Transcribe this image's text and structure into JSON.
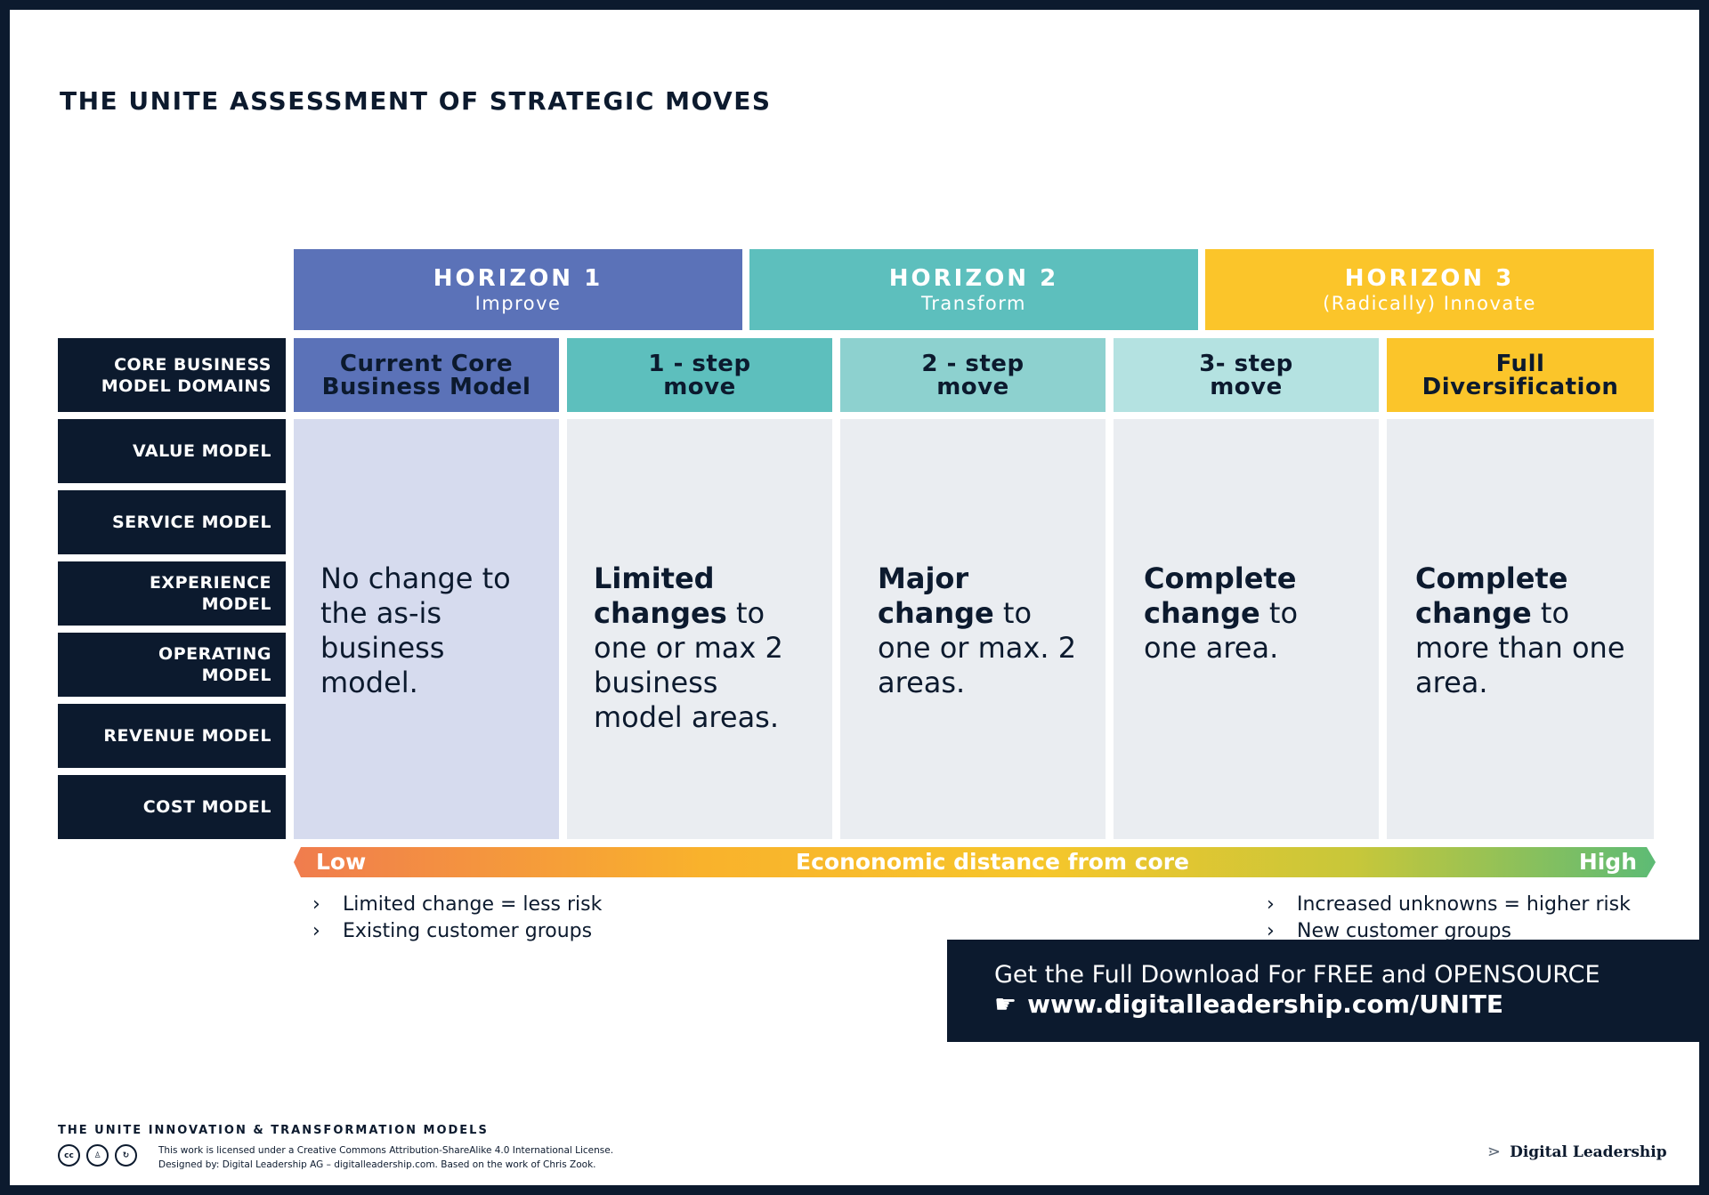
{
  "title": "THE UNITE ASSESSMENT OF STRATEGIC MOVES",
  "colors": {
    "navy": "#0c1a2e",
    "horizon1": "#5b72b8",
    "horizon2": "#5dbfbd",
    "horizon3": "#fbc52a"
  },
  "horizons": [
    {
      "name": "HORIZON 1",
      "sub": "Improve"
    },
    {
      "name": "HORIZON 2",
      "sub": "Transform"
    },
    {
      "name": "HORIZON 3",
      "sub": "(Radically) Innovate"
    }
  ],
  "domains_header": [
    "CORE BUSINESS",
    "MODEL DOMAINS"
  ],
  "domains": [
    [
      "VALUE MODEL"
    ],
    [
      "SERVICE MODEL"
    ],
    [
      "EXPERIENCE",
      "MODEL"
    ],
    [
      "OPERATING",
      "MODEL"
    ],
    [
      "REVENUE MODEL"
    ],
    [
      "COST MODEL"
    ]
  ],
  "moves": [
    {
      "head": [
        "Current Core",
        "Business Model"
      ],
      "bold": "",
      "rest": "No change to the as-is business model."
    },
    {
      "head": [
        "1 - step",
        "move"
      ],
      "bold": "Limited changes",
      "rest": " to one or max 2 business model areas."
    },
    {
      "head": [
        "2 - step",
        "move"
      ],
      "bold": "Major change",
      "rest": " to one or max. 2 areas."
    },
    {
      "head": [
        "3- step",
        "move"
      ],
      "bold": "Complete change",
      "rest": " to one area."
    },
    {
      "head": [
        "Full",
        "Diversification"
      ],
      "bold": "Complete change",
      "rest": " to more than one area."
    }
  ],
  "scale": {
    "low": "Low",
    "middle": "Econonomic distance from core",
    "high": "High"
  },
  "notes_left": [
    "Limited change = less risk",
    "Existing customer groups"
  ],
  "notes_right": [
    "Increased unknowns = higher risk",
    "New customer groups"
  ],
  "cta": {
    "line1": "Get the Full Download For FREE and OPENSOURCE",
    "line2": "www.digitalleadership.com/UNITE"
  },
  "footer": {
    "title": "THE UNITE INNOVATION & TRANSFORMATION MODELS",
    "license1": "This work is licensed under a Creative Commons Attribution-ShareAlike 4.0 International License.",
    "license2": "Designed by: Digital Leadership AG – digitalleadership.com. Based on the work of Chris Zook.",
    "brand": "Digital Leadership"
  }
}
